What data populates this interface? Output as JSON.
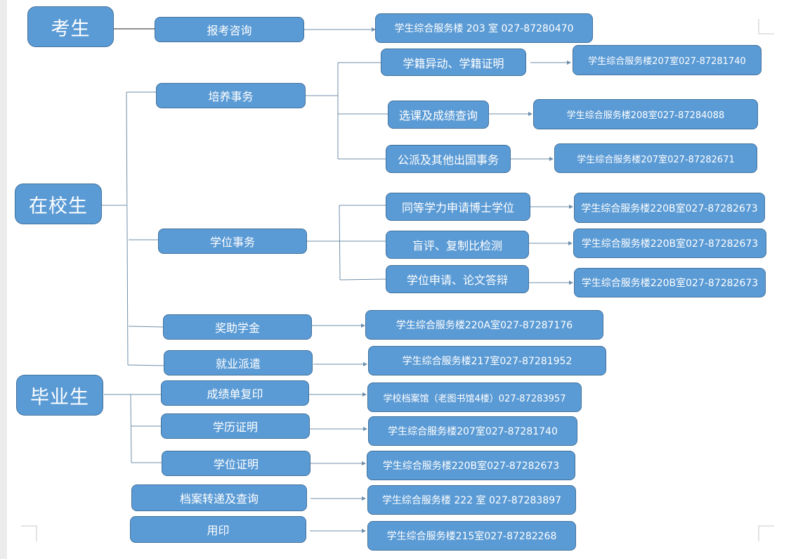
{
  "categories": {
    "applicant": "考生",
    "current": "在校生",
    "graduate": "毕业生"
  },
  "services": [
    {
      "label": "报考咨询"
    },
    {
      "label": "培养事务"
    },
    {
      "label": "学位事务"
    },
    {
      "label": "奖助学金"
    },
    {
      "label": "就业派遣"
    },
    {
      "label": "成绩单复印"
    },
    {
      "label": "学历证明"
    },
    {
      "label": "学位证明"
    },
    {
      "label": "档案转递及查询"
    },
    {
      "label": "用印"
    }
  ],
  "sub_services": [
    {
      "label": "学籍异动、学籍证明"
    },
    {
      "label": "选课及成绩查询"
    },
    {
      "label": "公派及其他出国事务"
    },
    {
      "label": "同等学力申请博士学位"
    },
    {
      "label": "盲评、复制比检测"
    },
    {
      "label": "学位申请、论文答辩"
    }
  ],
  "locations": [
    {
      "label": "学生综合服务楼 203 室  027-87280470"
    },
    {
      "label": "学生综合服务楼207室027-87281740"
    },
    {
      "label": "学生综合服务楼208室027-87284088"
    },
    {
      "label": "学生综合服务楼207室027-87282671"
    },
    {
      "label": "学生综合服务楼220B室027-87282673"
    },
    {
      "label": "学生综合服务楼220B室027-87282673"
    },
    {
      "label": "学生综合服务楼220B室027-87282673"
    },
    {
      "label": "学生综合服务楼220A室027-87287176"
    },
    {
      "label": "学生综合服务楼217室027-87281952"
    },
    {
      "label": "学校档案馆（老图书馆4楼）027-87283957"
    },
    {
      "label": "学生综合服务楼207室027-87281740"
    },
    {
      "label": "学生综合服务楼220B室027-87282673"
    },
    {
      "label": "学生综合服务楼 222 室  027-87283897"
    },
    {
      "label": "学生综合服务楼215室027-87282268"
    }
  ],
  "colors": {
    "box_fill": "#5b9bd5",
    "box_border": "#41719c",
    "connector": "#6f8faa"
  }
}
